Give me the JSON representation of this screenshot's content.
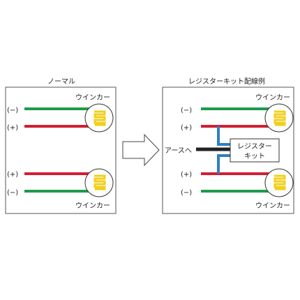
{
  "normal": {
    "title": "ノーマル",
    "top_minus": "(−)",
    "top_plus": "(+)",
    "top_turn_signal": "ウインカー",
    "bottom_plus": "(+)",
    "bottom_minus": "(−)",
    "bottom_turn_signal": "ウインカー"
  },
  "resistor_example": {
    "title": "レジスターキット配線例",
    "top_minus": "(−)",
    "top_plus": "(+)",
    "top_turn_signal": "ウインカー",
    "bottom_plus": "(+)",
    "bottom_minus": "(−)",
    "bottom_turn_signal": "ウインカー",
    "ground_label": "アースへ",
    "resistor_kit_line1": "レジスター",
    "resistor_kit_line2": "キット"
  },
  "colors": {
    "minus_wire": "#1e9a4a",
    "plus_wire": "#d21e32",
    "resistor_wire": "#2e7fc0",
    "ground_wire": "#222222",
    "bulb_filament": "#f2cf1a",
    "panel_border": "#555555"
  }
}
